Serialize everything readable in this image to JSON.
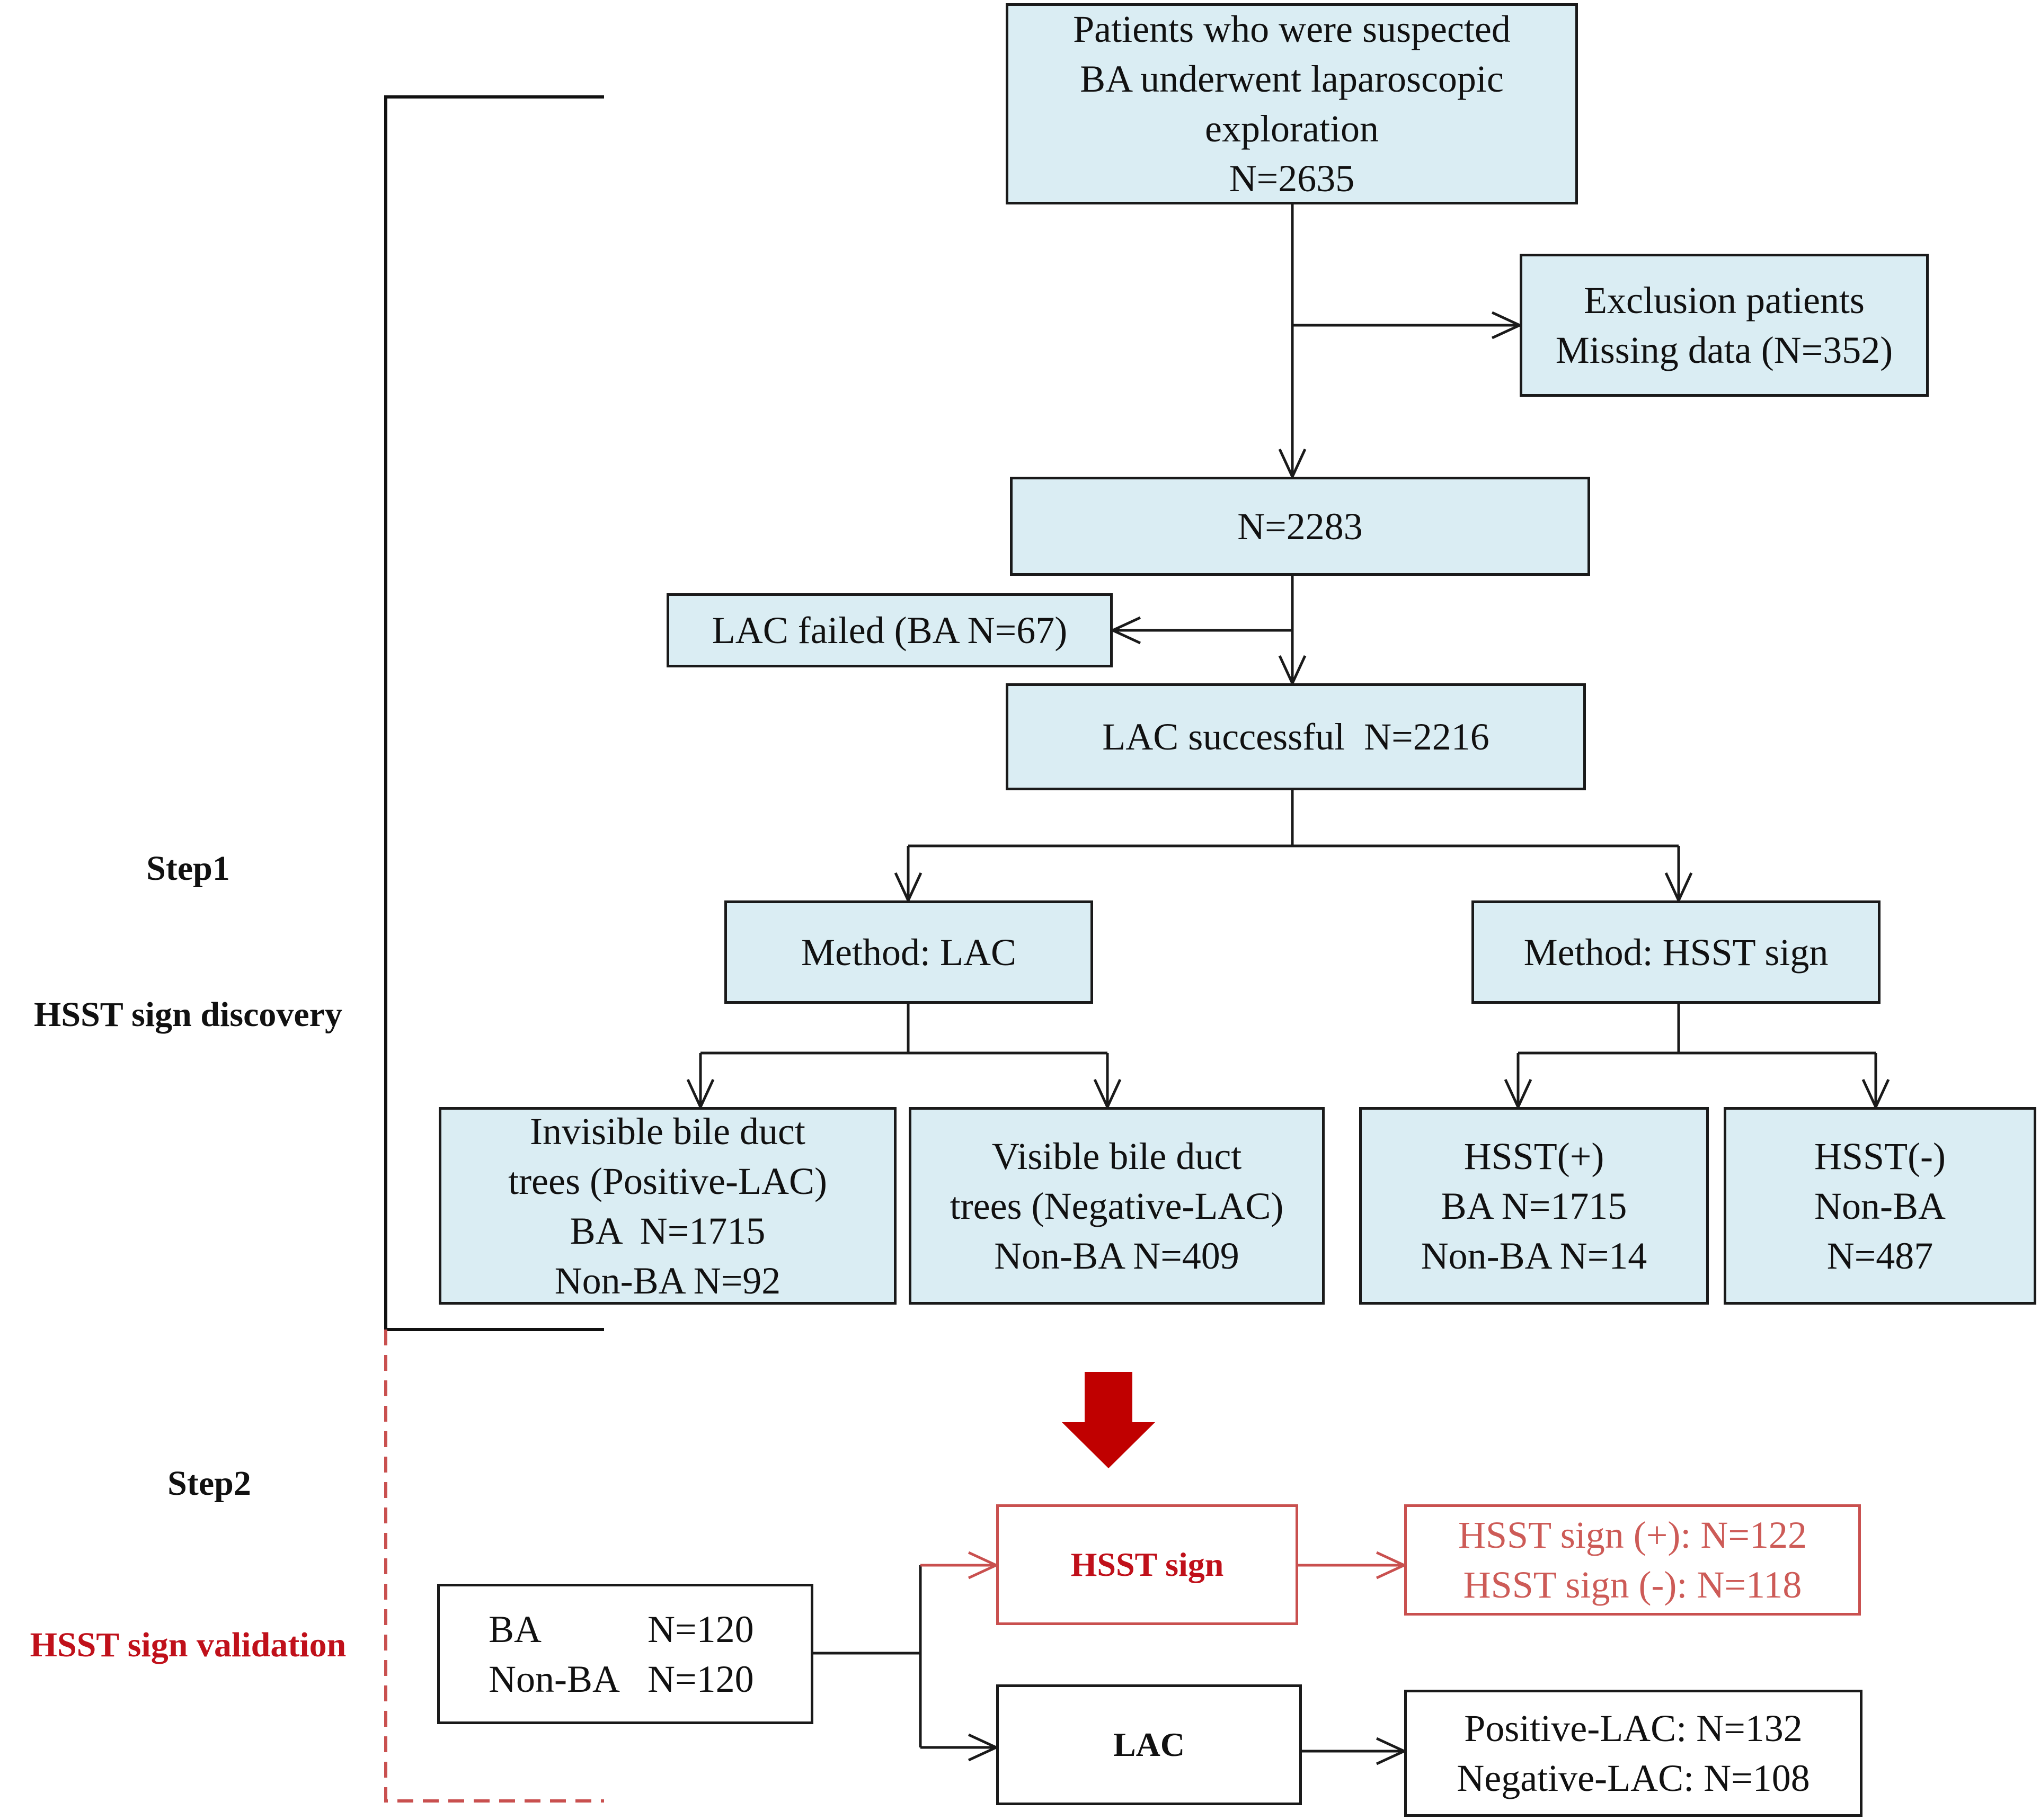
{
  "colors": {
    "box_fill": "#daedf3",
    "border": "#1a1a1a",
    "validation_red": "#c9504f",
    "validation_label_red": "#c0101a",
    "big_arrow_red": "#c00000"
  },
  "steps": {
    "step1": [
      "Step1",
      "HSST sign discovery"
    ],
    "step2": "Step2",
    "validation": "HSST sign validation"
  },
  "boxes": {
    "suspected": [
      "Patients who were suspected",
      "BA underwent laparoscopic",
      "exploration",
      "N=2635"
    ],
    "exclusion": [
      "Exclusion patients",
      "Missing data (N=352)"
    ],
    "n2283": [
      "N=2283"
    ],
    "lac_failed": [
      "LAC failed (BA N=67)"
    ],
    "lac_successful": [
      "LAC successful  N=2216"
    ],
    "method_lac": [
      "Method: LAC"
    ],
    "method_hsst": [
      "Method: HSST sign"
    ],
    "invisible": [
      "Invisible bile duct",
      "trees (Positive-LAC)",
      "BA  N=1715",
      "Non-BA N=92"
    ],
    "visible": [
      "Visible bile duct",
      "trees (Negative-LAC)",
      "Non-BA N=409"
    ],
    "hsst_pos": [
      "HSST(+)",
      "BA N=1715",
      "Non-BA N=14"
    ],
    "hsst_neg": [
      "HSST(-)",
      "Non-BA",
      "N=487"
    ],
    "validation_cohort": [
      {
        "label": "BA",
        "value": "N=120"
      },
      {
        "label": "Non-BA",
        "value": "N=120"
      }
    ],
    "hsst_sign": [
      "HSST sign"
    ],
    "lac": [
      "LAC"
    ],
    "hsst_results": [
      "HSST sign (+): N=122",
      "HSST sign (-): N=118"
    ],
    "lac_results": [
      "Positive-LAC: N=132",
      "Negative-LAC: N=108"
    ]
  }
}
